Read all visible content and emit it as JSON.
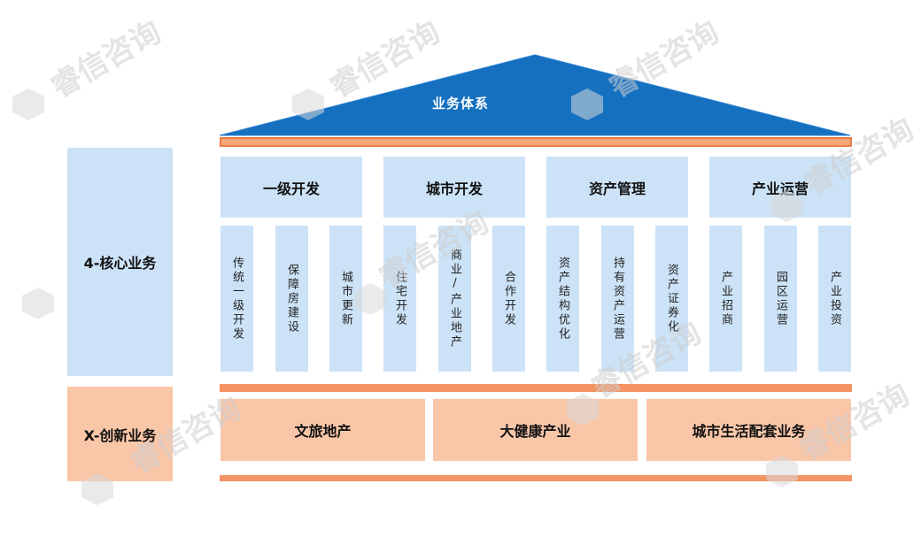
{
  "roof": {
    "title": "业务体系"
  },
  "side": {
    "core_label": "4-核心业务",
    "innovation_label": "X-创新业务"
  },
  "pillars": [
    {
      "title": "一级开发",
      "items": [
        "传统一级开发",
        "保障房建设",
        "城市更新"
      ]
    },
    {
      "title": "城市开发",
      "items": [
        "住宅开发",
        "商业/产业地产",
        "合作开发"
      ]
    },
    {
      "title": "资产管理",
      "items": [
        "资产结构优化",
        "持有资产运营",
        "资产证券化"
      ]
    },
    {
      "title": "产业运营",
      "items": [
        "产业招商",
        "园区运营",
        "产业投资"
      ]
    }
  ],
  "innovation": [
    "文旅地产",
    "大健康产业",
    "城市生活配套业务"
  ],
  "watermark": "睿信咨询",
  "colors": {
    "roof_blue": "#1570c0",
    "light_blue": "#cce3f7",
    "orange_light": "#f9c6a8",
    "orange_bar": "#f49363",
    "orange_border": "#ec7d45"
  }
}
